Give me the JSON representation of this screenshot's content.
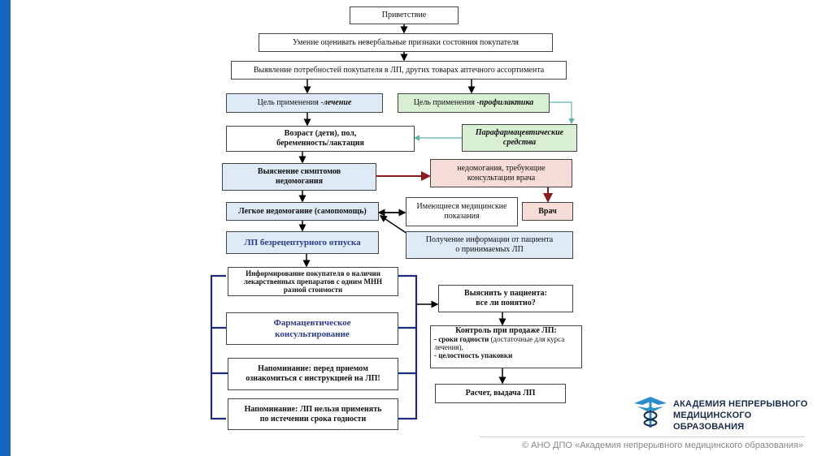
{
  "flowchart": {
    "greeting": "Приветствие",
    "nonverbal": "Умение оценивать невербальные признаки состояния покупателя",
    "needs": "Выявление потребностей покупателя в ЛП, других товарах аптечного ассортимента",
    "goal_treatment": {
      "prefix": "Цель применения -",
      "emphasis": "лечение"
    },
    "goal_prevention": {
      "prefix": "Цель применения - ",
      "emphasis": "профилактика"
    },
    "age_line1": "Возраст (дети), пол,",
    "age_line2": "беременность/лактация",
    "parapharm": "Парафармацевтические средства",
    "symptoms_line1": "Выяснение симптомов",
    "symptoms_line2": "недомогания",
    "doctor_needed_line1": "недомогания, требующие",
    "doctor_needed_line2": "консультации врача",
    "doctor": "Врач",
    "mild": "Легкое недомогание (самопомощь)",
    "med_indications_line1": "Имеющиеся медицинские",
    "med_indications_line2": "показания",
    "otc": "ЛП безрецептурного отпуска",
    "patient_info_line1": "Получение информации от пациента",
    "patient_info_line2": "о принимаемых  ЛП",
    "inform_line1": "Информирование покупателя о наличии",
    "inform_line2": "лекарственных препаратов с одним МНН",
    "inform_line3": "разной стоимости",
    "pharm_consult_line1": "Фармацевтическое",
    "pharm_consult_line2": "консультирование",
    "reminder_instr_line1": "Напоминание: перед приемом",
    "reminder_instr_line2": "ознакомиться с инструкцией на ЛП!",
    "reminder_expiry_line1": "Напоминание: ЛП нельзя применять",
    "reminder_expiry_line2": "по истечении срока годности",
    "clarify_line1": "Выяснить у пациента:",
    "clarify_line2": "все ли понятно?",
    "control_title": "Контроль при продаже ЛП:",
    "control_item1": "- сроки годности",
    "control_item1_note": " (достаточные для курса лечения),",
    "control_item2": "- целостность упаковки",
    "payment": "Расчет, выдача ЛП"
  },
  "logo": {
    "line1": "АКАДЕМИЯ НЕПРЕРЫВНОГО",
    "line2": "МЕДИЦИНСКОГО ОБРАЗОВАНИЯ"
  },
  "footer": "© АНО ДПО «Академия непрерывного медицинского образования»",
  "colors": {
    "accent_blue": "#1565c0",
    "navy_bracket": "#1f2a7a",
    "red_arrow": "#8b1a1a",
    "teal_arrow": "#5fb3a6"
  }
}
